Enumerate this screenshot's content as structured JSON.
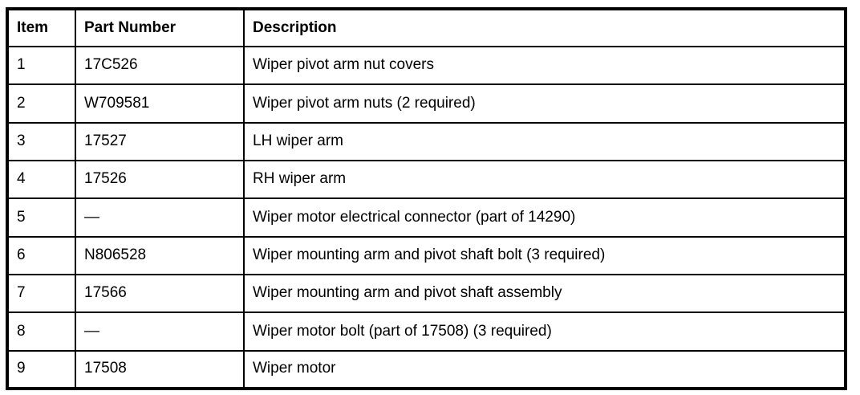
{
  "colors": {
    "text": "#000000",
    "border": "#000000",
    "background": "#ffffff"
  },
  "table": {
    "columns": [
      "Item",
      "Part Number",
      "Description"
    ],
    "rows": [
      {
        "item": "1",
        "part_number": "17C526",
        "description": "Wiper pivot arm nut covers"
      },
      {
        "item": "2",
        "part_number": "W709581",
        "description": "Wiper pivot arm nuts (2 required)"
      },
      {
        "item": "3",
        "part_number": "17527",
        "description": "LH wiper arm"
      },
      {
        "item": "4",
        "part_number": "17526",
        "description": "RH wiper arm"
      },
      {
        "item": "5",
        "part_number": "—",
        "description": "Wiper motor electrical connector (part of 14290)"
      },
      {
        "item": "6",
        "part_number": "N806528",
        "description": "Wiper mounting arm and pivot shaft bolt (3 required)"
      },
      {
        "item": "7",
        "part_number": "17566",
        "description": "Wiper mounting arm and pivot shaft assembly"
      },
      {
        "item": "8",
        "part_number": "—",
        "description": "Wiper motor bolt (part of 17508) (3 required)"
      },
      {
        "item": "9",
        "part_number": "17508",
        "description": "Wiper motor"
      }
    ]
  }
}
